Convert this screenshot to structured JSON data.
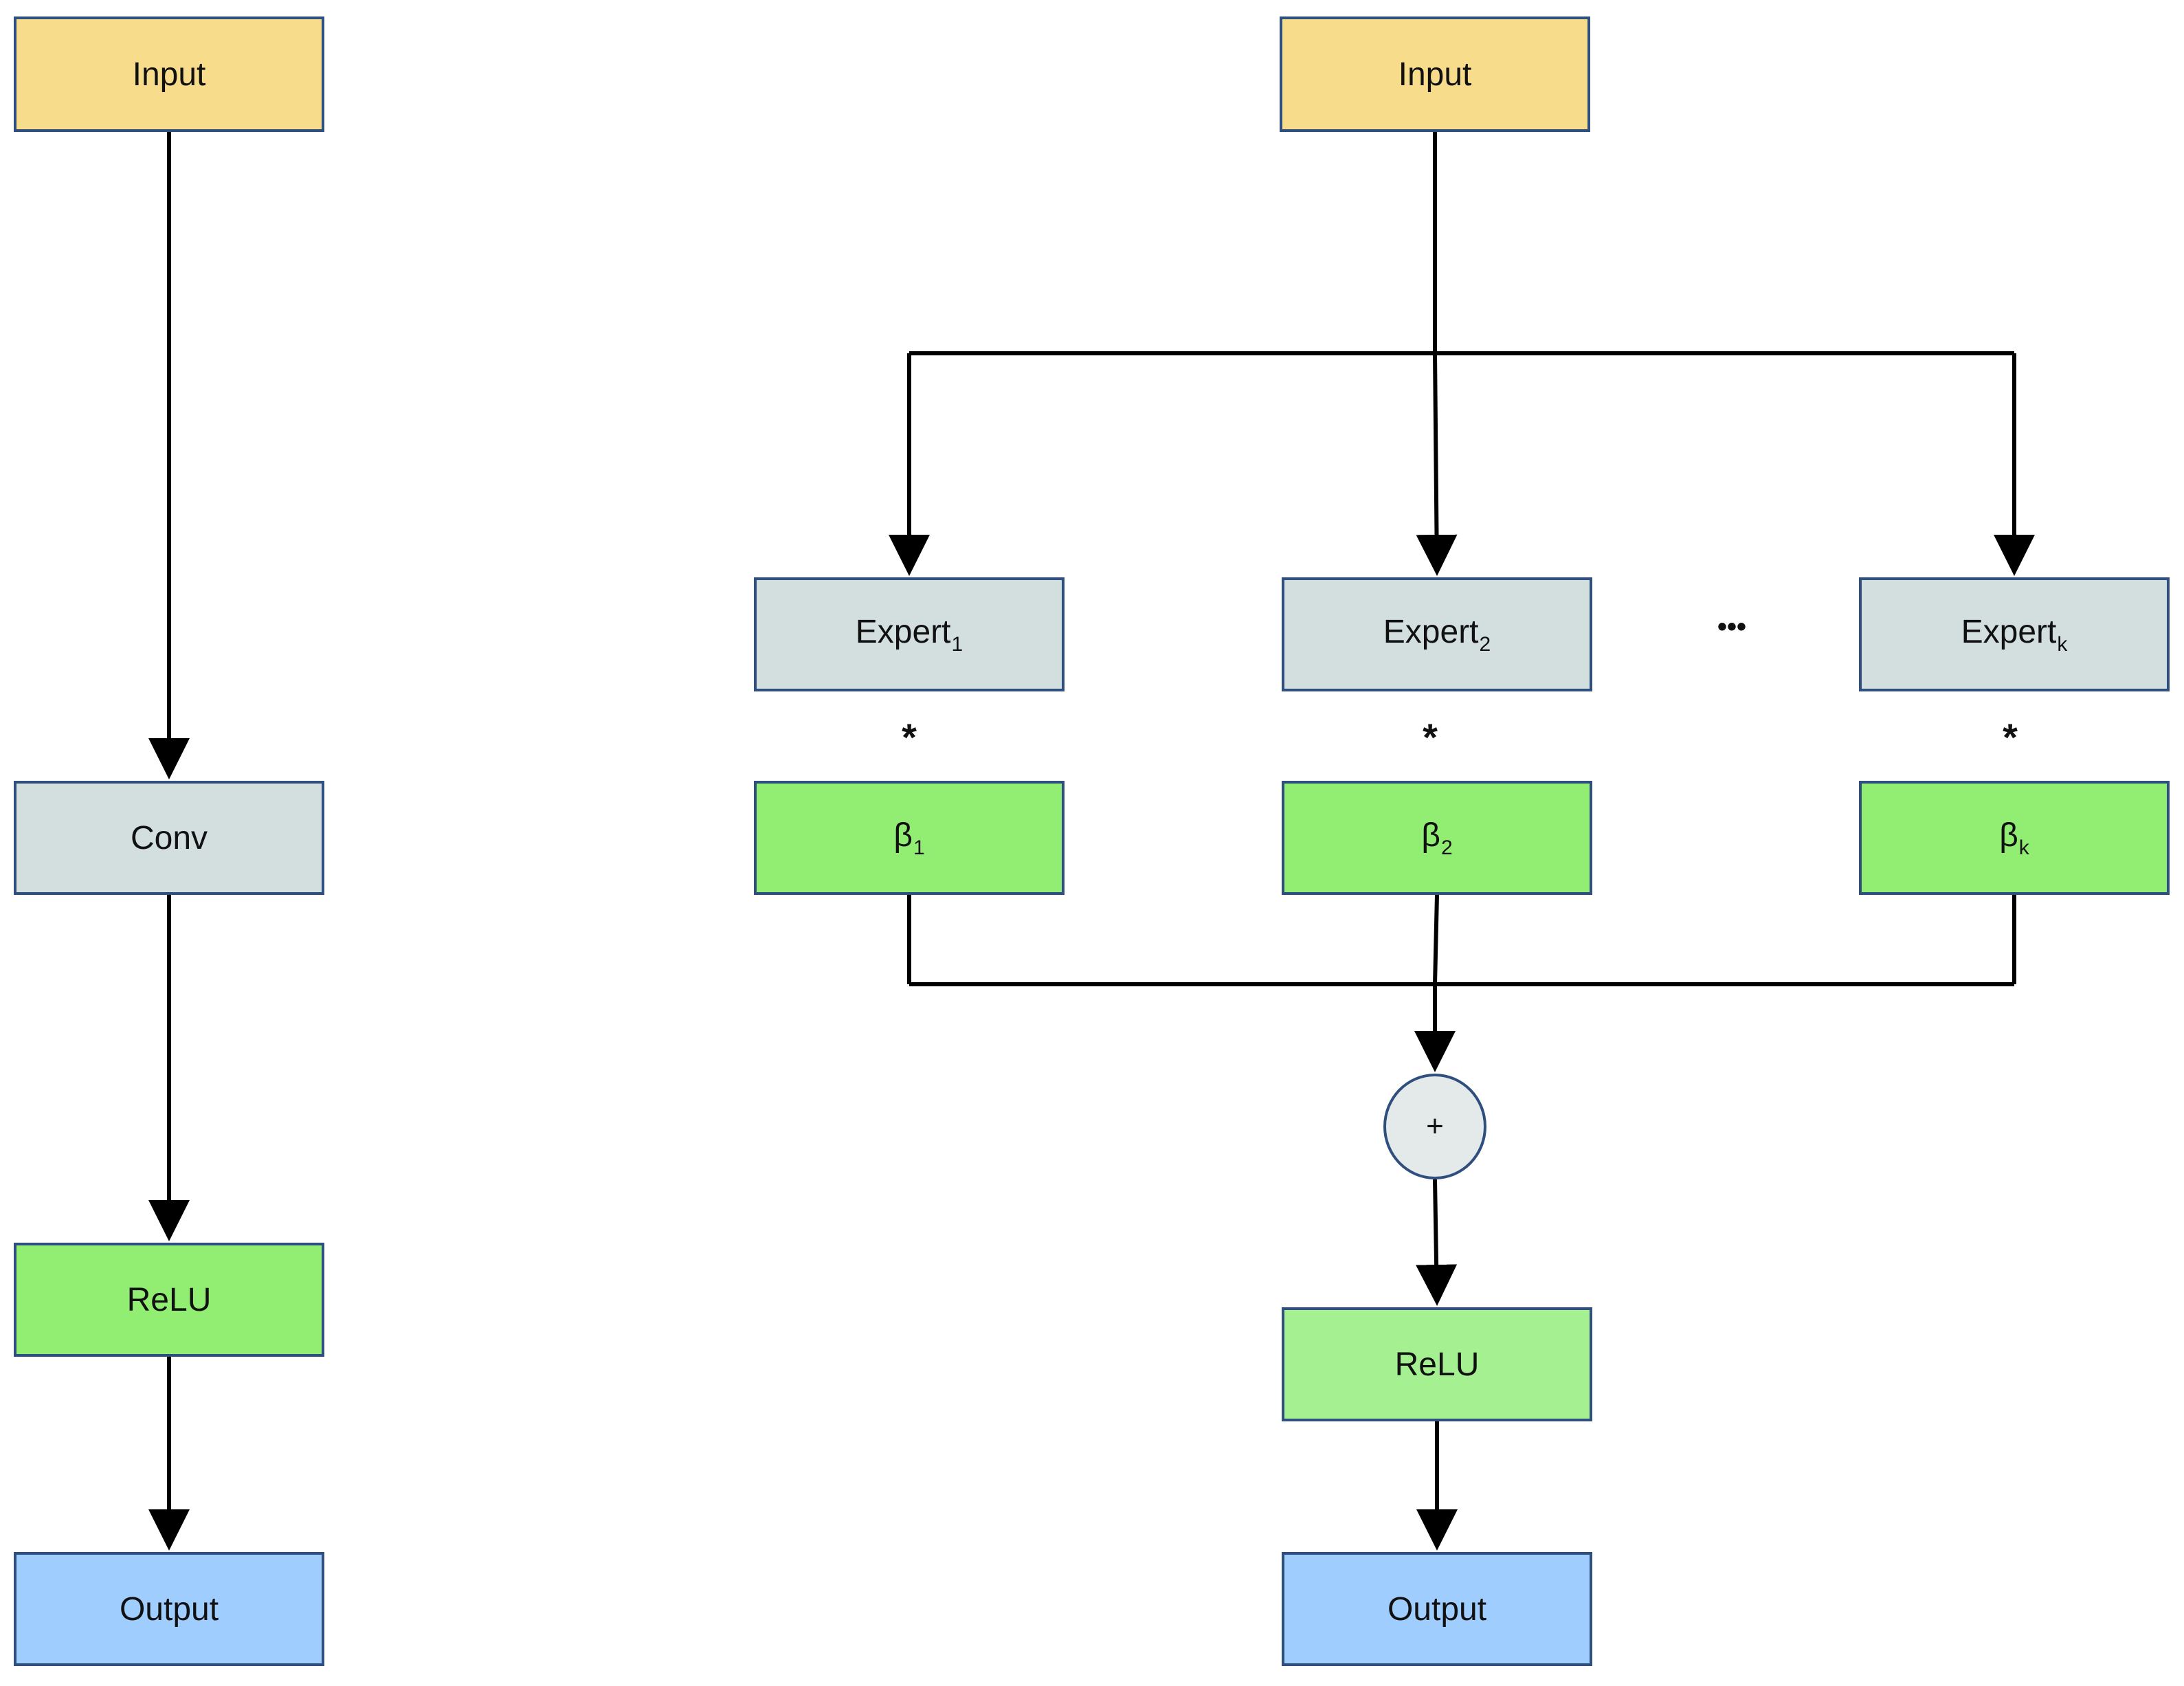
{
  "left": {
    "input": "Input",
    "conv": "Conv",
    "relu": "ReLU",
    "output": "Output"
  },
  "right": {
    "input": "Input",
    "experts": [
      {
        "label": "Expert",
        "sub": "1"
      },
      {
        "label": "Expert",
        "sub": "2"
      },
      {
        "label": "Expert",
        "sub": "k"
      }
    ],
    "betas": [
      {
        "label": "β",
        "sub": "1"
      },
      {
        "label": "β",
        "sub": "2"
      },
      {
        "label": "β",
        "sub": "k"
      }
    ],
    "multiply_symbol": "*",
    "ellipsis": "•••",
    "sum_symbol": "+",
    "relu": "ReLU",
    "output": "Output"
  },
  "colors": {
    "input": "#f7dc8c",
    "gray": "#d3dfdf",
    "green": "#92ee72",
    "blue": "#9fcdfd",
    "border": "#2f4f7f"
  }
}
